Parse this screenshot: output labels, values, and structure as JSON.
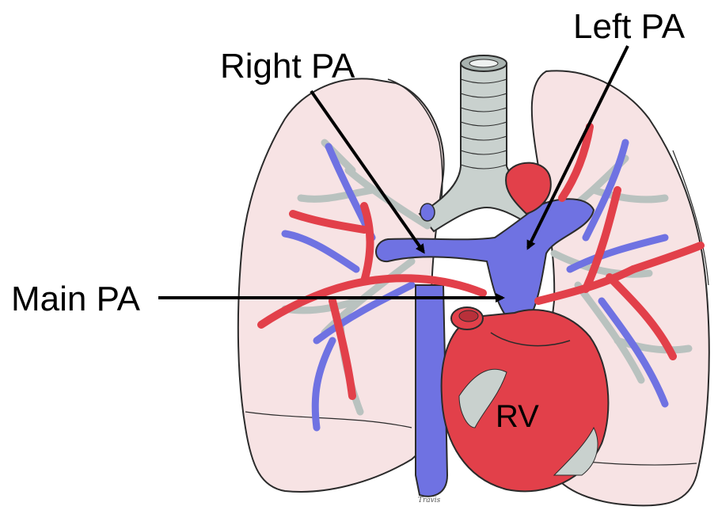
{
  "labels": {
    "left_pa": "Left PA",
    "right_pa": "Right PA",
    "main_pa": "Main PA",
    "rv": "RV"
  },
  "artist_signature": "Travis",
  "colors": {
    "artery": "#e2404a",
    "vein": "#6f72e2",
    "bronchus": "#b9c2bf",
    "lung": "#f7e3e4",
    "outline": "#2b2b2b",
    "arrow": "#000000"
  }
}
